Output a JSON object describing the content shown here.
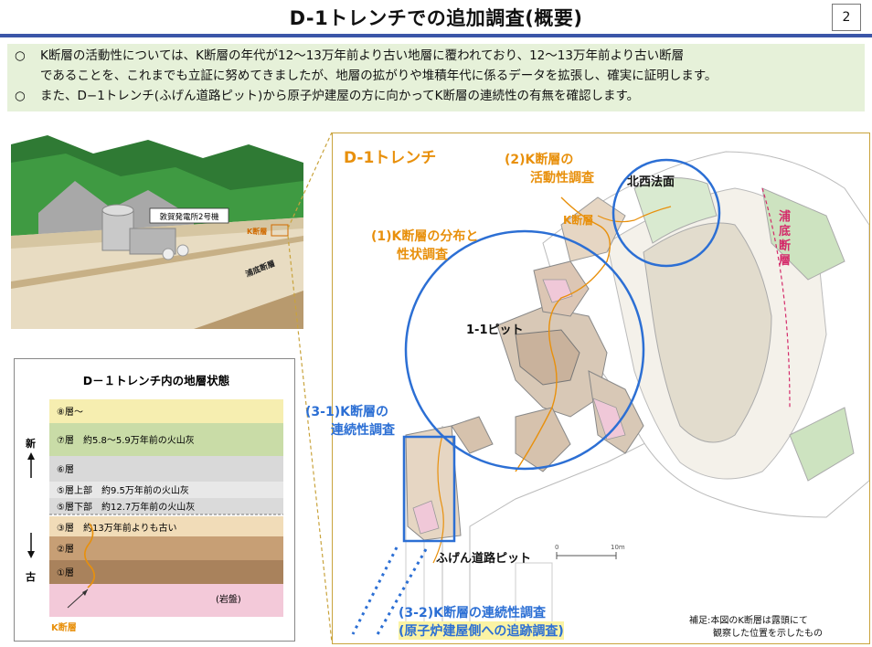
{
  "header": {
    "title": "D-1トレンチでの追加調査(概要)",
    "page_number": "2"
  },
  "summary": {
    "bullet_mark": "○",
    "line1": "K断層の活動性については、K断層の年代が12～13万年前より古い地層に覆われており、12～13万年前より古い断層",
    "line2": "であることを、これまでも立証に努めてきましたが、地層の拡がりや堆積年代に係るデータを拡張し、確実に証明します。",
    "line3": "また、D−1トレンチ(ふげん道路ピット)から原子炉建屋の方に向かってK断層の連続性の有無を確認します。"
  },
  "plant": {
    "plant_label": "敦賀発電所2号機",
    "k_fault_label": "K断層",
    "urasoko_label": "浦底断層"
  },
  "strata": {
    "title": "D－１トレンチ内の地層状態",
    "new_label": "新",
    "old_label": "古",
    "layers": [
      {
        "label": "⑧層～",
        "color": "#f6eeb0"
      },
      {
        "label": "⑦層　約5.8～5.9万年前の火山灰",
        "color": "#c9dca7"
      },
      {
        "label": "⑥層",
        "color": "#d9d9d9"
      },
      {
        "label": "⑤層上部　約9.5万年前の火山灰",
        "color": "#e8e8e8"
      },
      {
        "label": "⑤層下部　約12.7万年前の火山灰",
        "color": "#dadada"
      },
      {
        "label": "③層　約13万年前よりも古い",
        "color": "#f1dcb8"
      },
      {
        "label": "②層",
        "color": "#c79f75"
      },
      {
        "label": "①層",
        "color": "#a9825c"
      },
      {
        "label": "(岩盤)",
        "color": "#f3c9d9"
      }
    ],
    "k_fault_label": "K断層"
  },
  "map": {
    "trench_title": "D-1トレンチ",
    "label_2_line1": "(2)K断層の",
    "label_2_line2": "活動性調査",
    "label_1_line1": "(1)K断層の分布と",
    "label_1_line2": "性状調査",
    "label_31_line1": "(3-1)K断層の",
    "label_31_line2": "連続性調査",
    "label_32_line1": "(3-2)K断層の連続性調査",
    "label_32_line2": "(原子炉建屋側への追跡調査)",
    "northwest_slope": "北西法面",
    "k_fault": "K断層",
    "pit_11": "1-1ピット",
    "fugen_pit": "ふげん道路ピット",
    "urasoko_fault": "浦底断層",
    "scale_0": "0",
    "scale_10": "10m",
    "note_line1": "補足:本図のK断層は露頭にて",
    "note_line2": "観察した位置を示したもの"
  },
  "colors": {
    "accent_blue": "#3b56a8",
    "circle_blue": "#2c6fd4",
    "orange": "#e8900c",
    "summary_bg": "#e6f1d9",
    "frame_gold": "#c9a33c"
  }
}
